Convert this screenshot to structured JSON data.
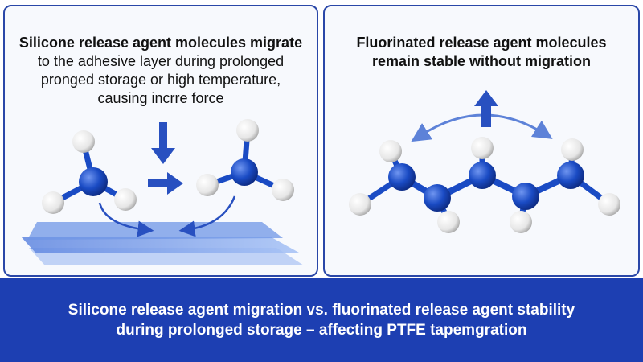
{
  "left_panel": {
    "lines": [
      "Silicone release agent molecules migrate",
      "to the adhesive layer during prolonged",
      "pronged storage or high temperature,",
      "causing incrre force"
    ]
  },
  "right_panel": {
    "lines": [
      "Fluorinated release agent molecules",
      "remain stable without migration"
    ]
  },
  "caption": {
    "lines": [
      "Silicone release agent migration vs. fluorinated release agent stability",
      "during prolonged storage – affecting PTFE tapemgration"
    ]
  },
  "colors": {
    "atom_blue": "#1a4bc4",
    "atom_white": "#f2f2f2",
    "arrow_blue": "#2850c0",
    "banner": "#1d3fb2",
    "layer": "#7fa3ec"
  }
}
